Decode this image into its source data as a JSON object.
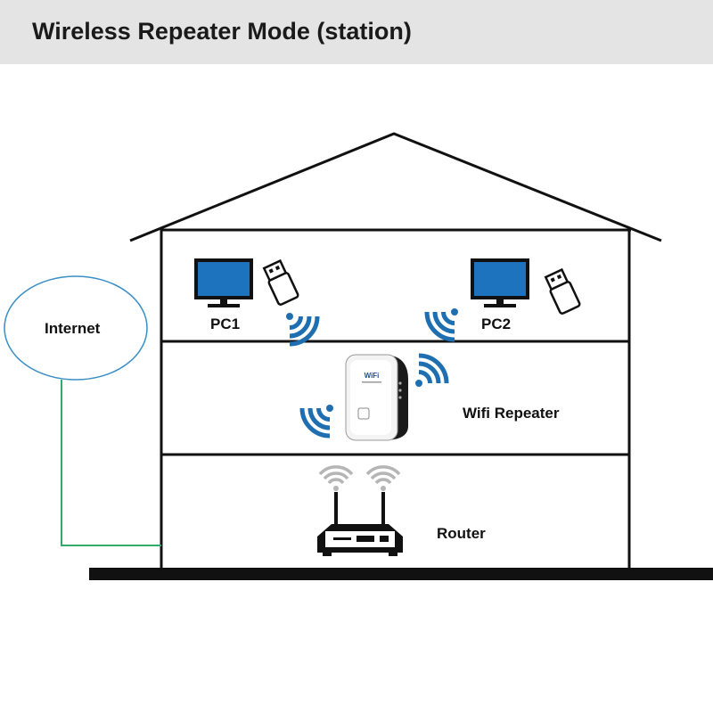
{
  "title": "Wireless Repeater Mode (station)",
  "labels": {
    "internet": "Internet",
    "pc1": "PC1",
    "pc2": "PC2",
    "repeater": "Wifi Repeater",
    "router": "Router"
  },
  "device_badge": "WiFi",
  "colors": {
    "header_bg": "#e4e4e4",
    "wifi_signal": "#1f6fb0",
    "router_signal": "#b5b5b5",
    "cable": "#2eaa6a",
    "internet_outline": "#3a8fc6",
    "monitor_screen": "#1e73be"
  },
  "icons": [
    "monitor-icon",
    "usb-wifi-adapter-icon",
    "wifi-signal-icon",
    "wifi-repeater-icon",
    "router-icon"
  ]
}
